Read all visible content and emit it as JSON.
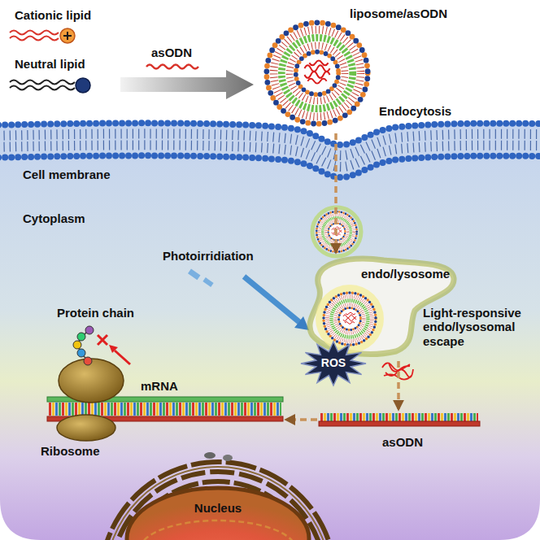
{
  "diagram": {
    "nodes": [
      {
        "text": [
          "liposome/asODN"
        ]
      },
      {
        "text": [
          "endo/lysosome"
        ]
      },
      {
        "text": [
          "ROS"
        ]
      },
      {
        "text": [
          "asODN"
        ]
      },
      {
        "text": [
          "mRNA"
        ]
      },
      {
        "text": [
          "Nucleus"
        ]
      }
    ],
    "edges": [
      {
        "from": 0,
        "to": 1,
        "arrow": "to"
      },
      {
        "from": 1,
        "to": 3,
        "arrow": "to"
      },
      {
        "from": 3,
        "to": 4,
        "arrow": "to"
      }
    ],
    "labels": [
      "Cationic lipid",
      "Neutral lipid",
      "asODN",
      "Endocytosis",
      "Cell membrane",
      "Cytoplasm",
      "Photoirridiation",
      "Light-responsive endo/lysosomal escape",
      "Protein chain",
      "Ribosome"
    ]
  }
}
